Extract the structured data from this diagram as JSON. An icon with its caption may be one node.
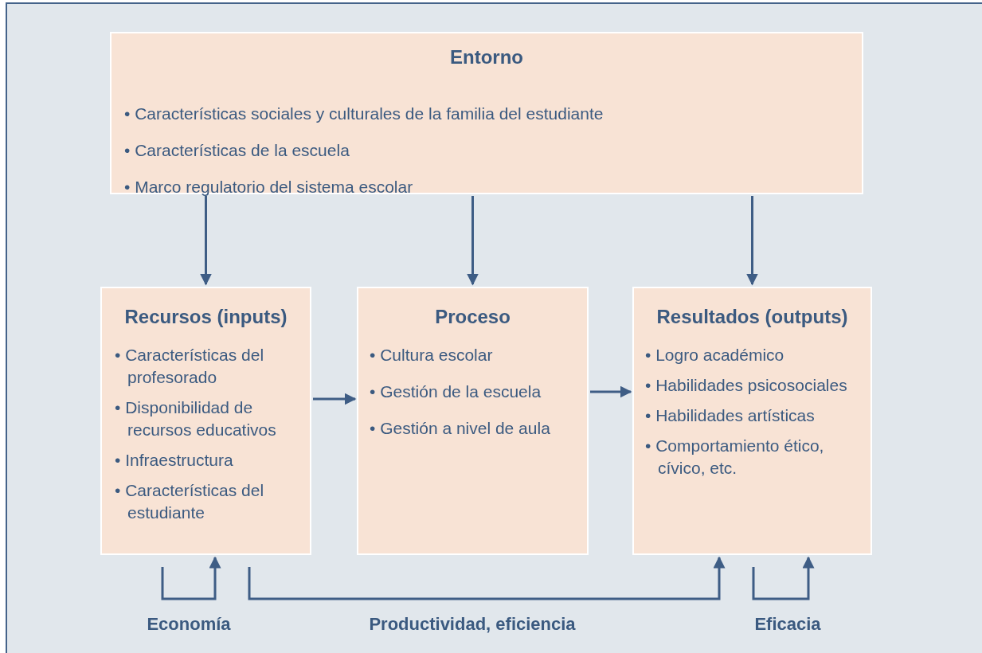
{
  "diagram": {
    "nodes": [
      {
        "text": [
          "Entorno",
          "• Características sociales y culturales de la familia del estudiante",
          "• Características de la escuela",
          "• Marco regulatorio del sistema escolar"
        ]
      },
      {
        "text": [
          "Recursos (inputs)",
          "• Características del profesorado",
          "• Disponibilidad  de recursos educativos",
          "• Infraestructura",
          "• Características del estudiante"
        ]
      },
      {
        "text": [
          "Proceso",
          "• Cultura escolar",
          "• Gestión de la escuela",
          "• Gestión a nivel de aula"
        ]
      },
      {
        "text": [
          "Resultados (outputs)",
          "• Logro académico",
          "• Habilidades psicosociales",
          "• Habilidades artísticas",
          "• Comportamiento ético, cívico, etc."
        ]
      }
    ],
    "edges": [
      {
        "from": 0,
        "to": 1,
        "arrow": "to"
      },
      {
        "from": 0,
        "to": 2,
        "arrow": "to"
      },
      {
        "from": 0,
        "to": 3,
        "arrow": "to"
      },
      {
        "from": 1,
        "to": 2,
        "arrow": "to"
      },
      {
        "from": 2,
        "to": 3,
        "arrow": "to"
      },
      {
        "from": 1,
        "to": 1,
        "arrow": "to",
        "label": "Economía"
      },
      {
        "from": 1,
        "to": 3,
        "arrow": "to",
        "label": "Productividad, eficiencia"
      },
      {
        "from": 3,
        "to": 3,
        "arrow": "to",
        "label": "Eficacia"
      }
    ]
  }
}
